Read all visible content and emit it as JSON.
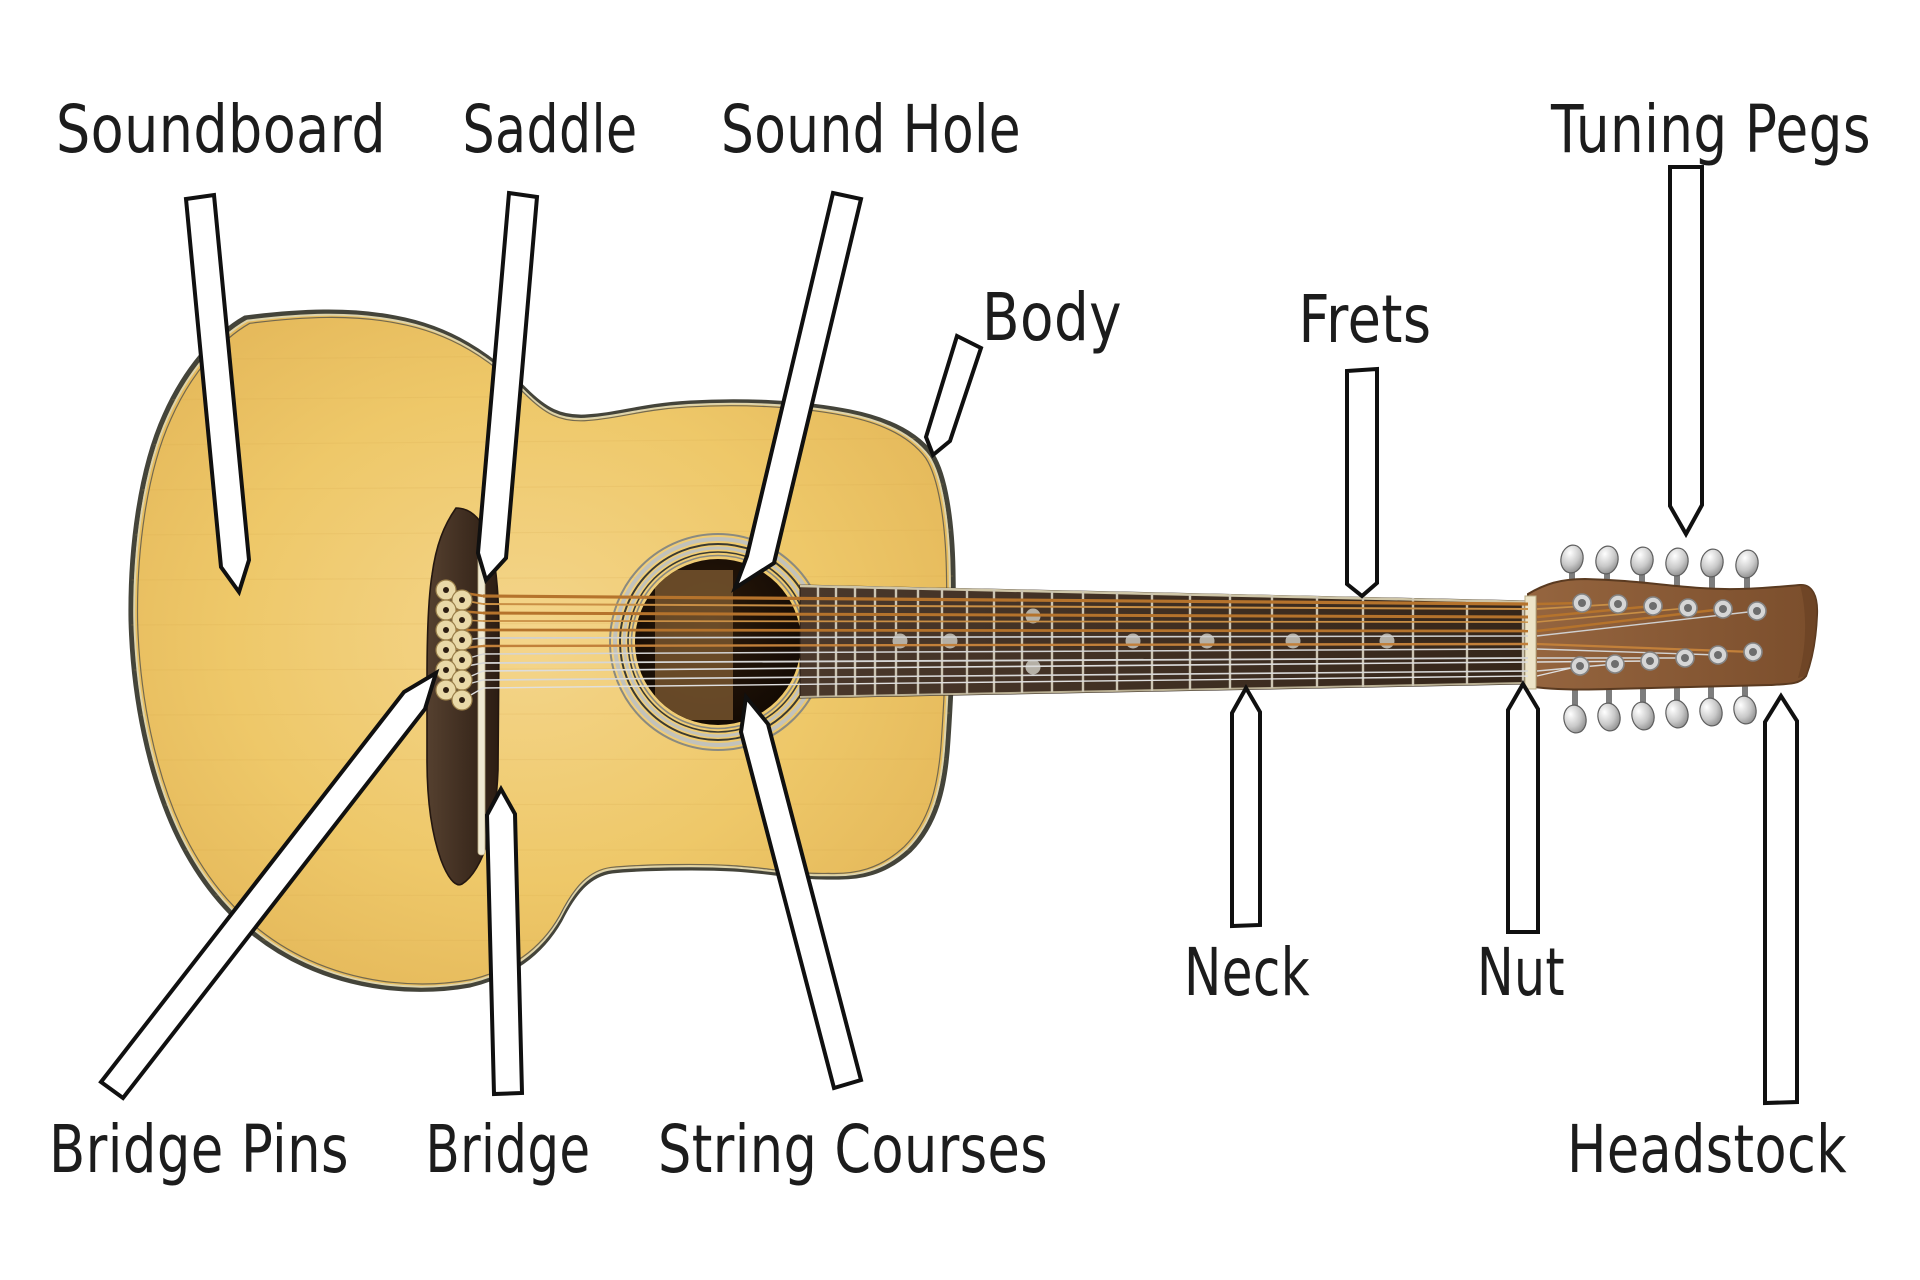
{
  "diagram": {
    "type": "labeled-diagram",
    "subject": "12-string acoustic guitar parts diagram",
    "background": "#ffffff",
    "labels": {
      "soundboard": "Soundboard",
      "saddle": "Saddle",
      "sound_hole": "Sound Hole",
      "body": "Body",
      "frets": "Frets",
      "tuning_pegs": "Tuning Pegs",
      "neck": "Neck",
      "nut": "Nut",
      "bridge_pins": "Bridge Pins",
      "bridge": "Bridge",
      "string_courses": "String Courses",
      "headstock": "Headstock"
    },
    "colors": {
      "label_text": "#1c1c1c",
      "pointer_fill": "#ffffff",
      "pointer_outline": "#101010",
      "body_wood": "#eec869",
      "binding_dark": "#44443a",
      "binding_cream": "#ddd3ab",
      "fretboard": "#3f2f24",
      "fret_wire": "#ccc4b2",
      "bridge_wood": "#3b2a1f",
      "saddle": "#efe9d2",
      "bridge_pin": "#e9d9a8",
      "nut": "#ede4c8",
      "headstock_wood": "#8a5b38",
      "tuner_chrome": "#d9d9d9",
      "string_bronze": "#b5732c",
      "string_steel": "#d6d6d6",
      "sound_hole_dark": "#140b04"
    }
  }
}
